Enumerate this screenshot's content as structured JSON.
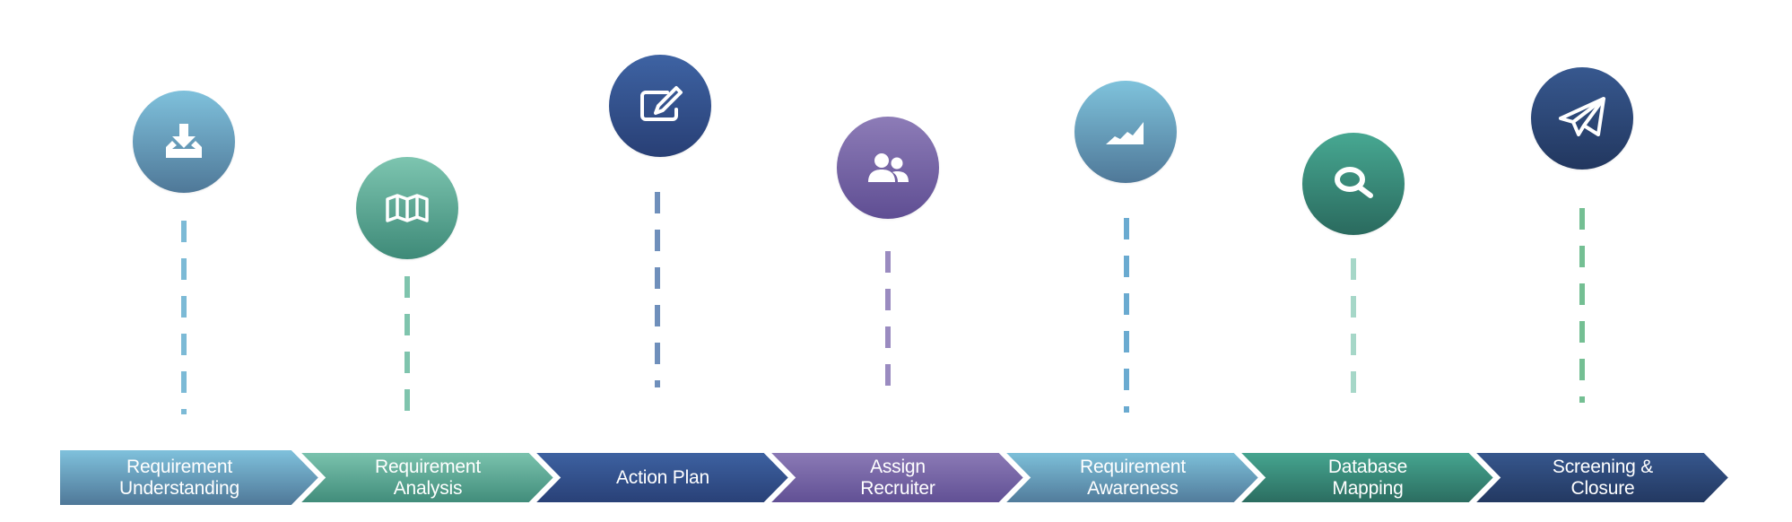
{
  "diagram": {
    "type": "process-timeline",
    "steps": [
      {
        "label": "Requirement\nUnderstanding",
        "icon": "download-tray-icon",
        "colors": {
          "top": "#7fc1dc",
          "bottom": "#4f7898",
          "dash": "#7cbad6"
        }
      },
      {
        "label": "Requirement\nAnalysis",
        "icon": "map-icon",
        "colors": {
          "top": "#7dc5b0",
          "bottom": "#3e8a78",
          "dash": "#7fc4ad"
        }
      },
      {
        "label": "Action Plan",
        "icon": "edit-pencil-icon",
        "colors": {
          "top": "#3e63a3",
          "bottom": "#283f75",
          "dash": "#6f8fbb"
        }
      },
      {
        "label": "Assign\nRecruiter",
        "icon": "users-icon",
        "colors": {
          "top": "#8d7cb7",
          "bottom": "#5f4e93",
          "dash": "#9a8bc0"
        }
      },
      {
        "label": "Requirement\nAwareness",
        "icon": "chart-growth-icon",
        "colors": {
          "top": "#7fc3dc",
          "bottom": "#4f7898",
          "dash": "#6aaad0"
        }
      },
      {
        "label": "Database\nMapping",
        "icon": "search-icon",
        "colors": {
          "top": "#47a892",
          "bottom": "#2a6a5e",
          "dash": "#a6d7c8"
        }
      },
      {
        "label": "Screening &\nClosure",
        "icon": "paper-plane-icon",
        "colors": {
          "top": "#37588f",
          "bottom": "#22375f",
          "dash": "#74bf93"
        }
      }
    ]
  }
}
